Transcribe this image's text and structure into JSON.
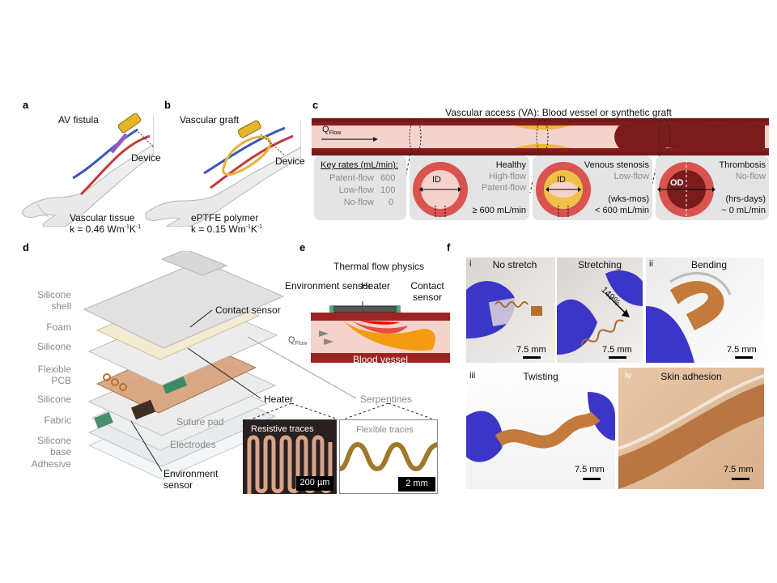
{
  "panel_a": {
    "letter": "a",
    "title": "AV fistula",
    "device_label": "Device",
    "material": "Vascular tissue",
    "k_prefix": "k = 0.46 Wm",
    "k_sup1": "-1",
    "k_mid": "K",
    "k_sup2": "-1"
  },
  "panel_b": {
    "letter": "b",
    "title": "Vascular graft",
    "device_label": "Device",
    "material": "ePTFE polymer",
    "k_prefix": "k = 0.15 Wm",
    "k_sup1": "-1",
    "k_mid": "K",
    "k_sup2": "-1"
  },
  "panel_c": {
    "letter": "c",
    "title": "Vascular access (VA): Blood vessel or synthetic graft",
    "q_main": "Q",
    "q_sub": "Flow",
    "key_title": "Key rates (mL/min):",
    "key_rows": [
      {
        "label": "Patent-flow",
        "value": "600"
      },
      {
        "label": "Low-flow",
        "value": "100"
      },
      {
        "label": "No-flow",
        "value": "0"
      }
    ],
    "healthy": {
      "title": "Healthy",
      "l1": "High-flow",
      "l2": "Patent-flow",
      "rate": "≥ 600 mL/min",
      "dim": "ID"
    },
    "stenosis": {
      "title": "Venous stenosis",
      "l1": "Low-flow",
      "time": "(wks-mos)",
      "rate": "< 600 mL/min",
      "dim": "ID"
    },
    "thrombosis": {
      "title": "Thrombosis",
      "l1": "No-flow",
      "time": "(hrs-days)",
      "rate": "~ 0 mL/min",
      "dim": "OD"
    }
  },
  "panel_d": {
    "letter": "d",
    "layers": [
      "Silicone shell",
      "Foam",
      "Silicone",
      "Flexible PCB",
      "Silicone",
      "Fabric",
      "Silicone base",
      "Adhesive"
    ],
    "contact_sensor": "Contact sensor",
    "heater": "Heater",
    "serpentines": "Serpentines",
    "suture_pad": "Suture pad",
    "electrodes": "Electrodes",
    "environment_sensor": "Environment sensor"
  },
  "panel_e": {
    "letter": "e",
    "title": "Thermal flow physics",
    "environment_sensor": "Environment sensor",
    "heater": "Heater",
    "contact_sensor": "Contact sensor",
    "q_main": "Q",
    "q_sub": "Flow",
    "vessel": "Blood vessel",
    "resistive": "Resistive traces",
    "resistive_scale": "200 µm",
    "flexible": "Flexible traces",
    "flexible_scale": "2 mm"
  },
  "panel_f": {
    "letter": "f",
    "photos": [
      {
        "roman": "i",
        "title": "No stretch",
        "scale": "7.5 mm"
      },
      {
        "roman": "",
        "title": "Stretching",
        "scale": "7.5 mm",
        "annotation": "149%"
      },
      {
        "roman": "ii",
        "title": "Bending",
        "scale": "7.5 mm"
      },
      {
        "roman": "iii",
        "title": "Twisting",
        "scale": "7.5 mm"
      },
      {
        "roman": "iv",
        "title": "Skin adhesion",
        "scale": "7.5 mm"
      }
    ]
  },
  "colors": {
    "vessel_dark": "#8b1c1c",
    "vessel_light": "#f2cfc8",
    "wall_red": "#d9534f",
    "plaque_yellow": "#f0c04a",
    "pcb_copper": "#b5722e",
    "glove_blue": "#3b35c8",
    "gray_text": "#8a8a8a"
  }
}
